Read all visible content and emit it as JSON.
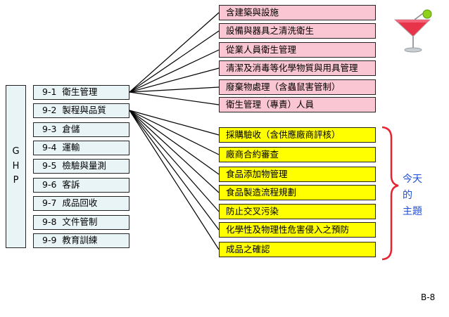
{
  "ghp": {
    "letters": [
      "G",
      "H",
      "P"
    ]
  },
  "items": [
    {
      "num": "9-1",
      "label": "衛生管理"
    },
    {
      "num": "9-2",
      "label": "製程與品質"
    },
    {
      "num": "9-3",
      "label": "倉儲"
    },
    {
      "num": "9-4",
      "label": "運輸"
    },
    {
      "num": "9-5",
      "label": "檢驗與量測"
    },
    {
      "num": "9-6",
      "label": "客訴"
    },
    {
      "num": "9-7",
      "label": "成品回收"
    },
    {
      "num": "9-8",
      "label": "文件管制"
    },
    {
      "num": "9-9",
      "label": "教育訓練"
    }
  ],
  "hygiene_topics": [
    "含建築與設施",
    "設備與器具之清洗衛生",
    "從業人員衛生管理",
    "清潔及消毒等化學物質與用具管理",
    "廢棄物處理（含蟲鼠害管制）",
    "衛生管理（專責）人員"
  ],
  "process_topics": [
    "採購驗收（含供應廠商評核）",
    "廠商合約審查",
    "食品添加物管理",
    "食品製造流程規劃",
    "防止交叉污染",
    "化學性及物理性危害侵入之預防",
    "成品之確認"
  ],
  "today": {
    "line1": "今天的",
    "line2": "主題"
  },
  "page_number": "B-8",
  "colors": {
    "item_fill": "#e9f4f7",
    "pink_fill": "#fbc6d3",
    "yellow_fill": "#ffff00",
    "brace": "#e8222e",
    "today_text": "#1f4fd8"
  },
  "icons": {
    "cocktail": "cocktail-glass-icon"
  }
}
